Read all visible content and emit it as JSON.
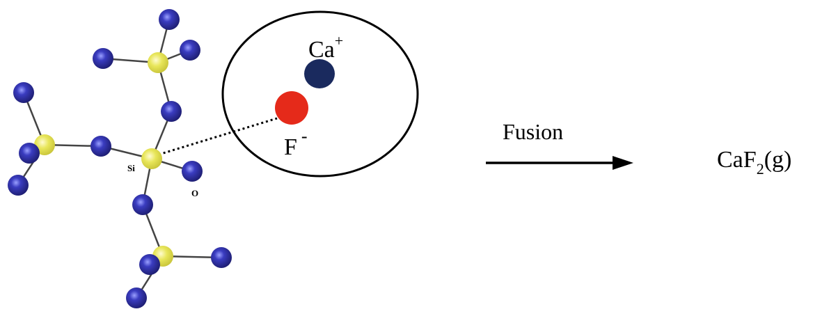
{
  "labels": {
    "si": "Si",
    "o": "O",
    "ca_symbol": "Ca",
    "ca_charge": "+",
    "f_symbol": "F",
    "f_charge": "-",
    "arrow_label": "Fusion",
    "product_base": "CaF",
    "product_subscript": "2",
    "product_state": "(g)"
  },
  "colors": {
    "oxygen_atom": "#2f2f9a",
    "silicon_atom": "#e8e65a",
    "calcium_ion": "#1a2a5e",
    "fluoride_ion": "#e52a1a",
    "bond": "#444444",
    "outline": "#000000"
  }
}
